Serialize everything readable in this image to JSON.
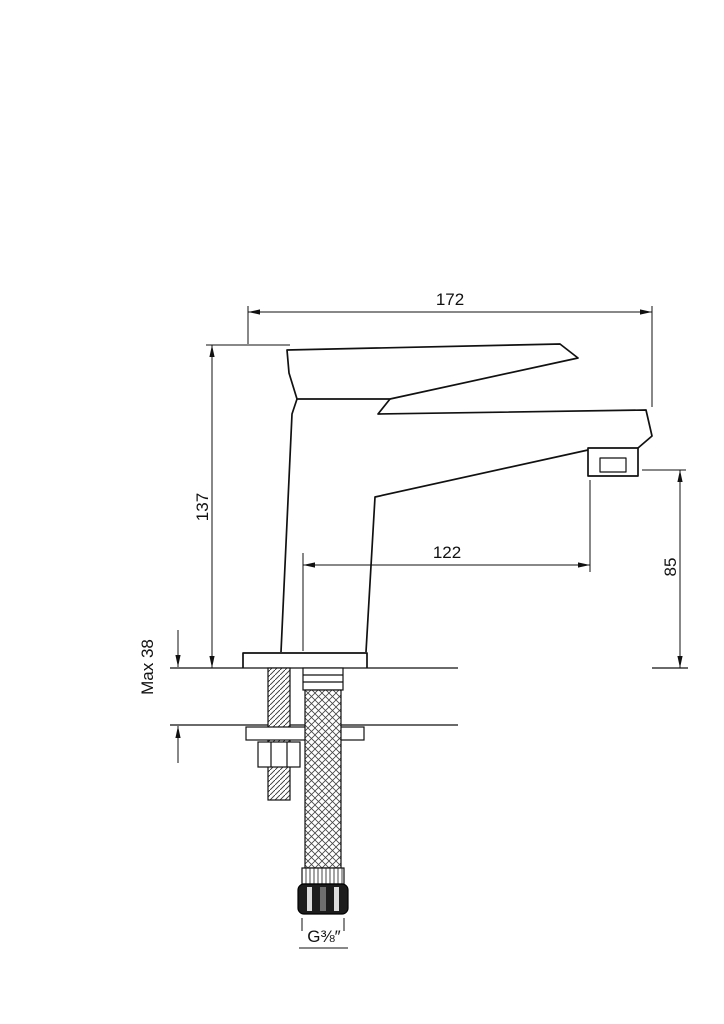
{
  "drawing": {
    "dimensions": {
      "overall_width": "172",
      "overall_height": "137",
      "spout_reach": "122",
      "spout_height": "85",
      "max_deck_thickness": "Max 38",
      "connection_thread": "G⅜″"
    },
    "line_color": "#111111",
    "background_color": "#ffffff"
  }
}
